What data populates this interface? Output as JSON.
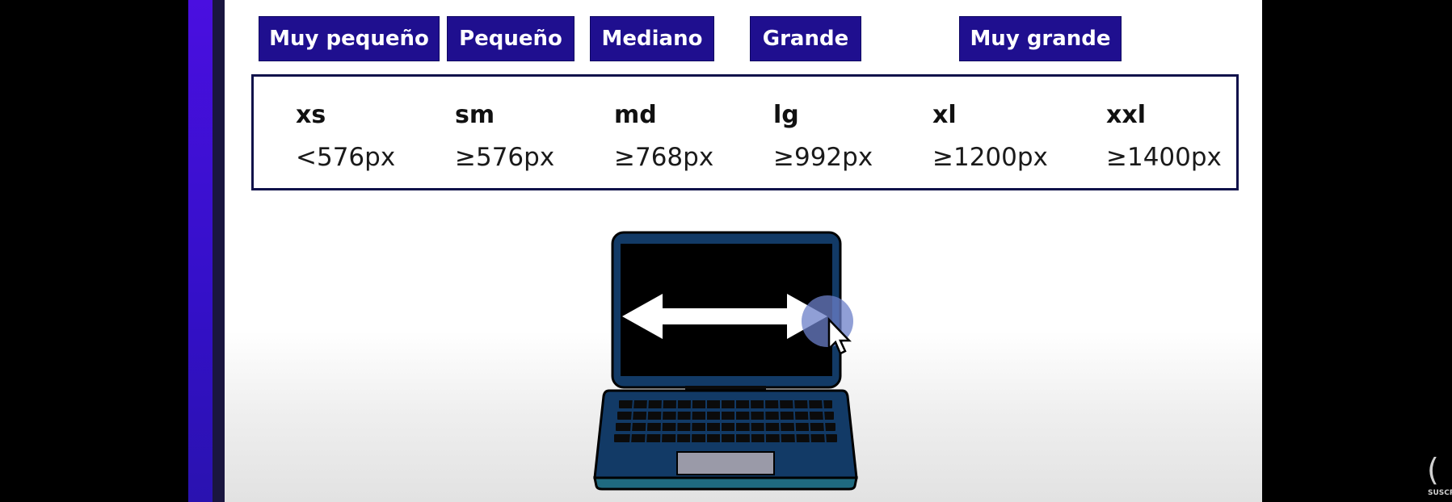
{
  "slide": {
    "size_labels": [
      {
        "id": "xs",
        "label": "Muy pequeño"
      },
      {
        "id": "sm",
        "label": "Pequeño"
      },
      {
        "id": "md",
        "label": "Mediano"
      },
      {
        "id": "lg",
        "label": "Grande"
      },
      {
        "id": "xl",
        "label": "Muy grande"
      }
    ],
    "breakpoints": [
      {
        "key": "xs",
        "value": "<576px"
      },
      {
        "key": "sm",
        "value": "≥576px"
      },
      {
        "key": "md",
        "value": "≥768px"
      },
      {
        "key": "lg",
        "value": "≥992px"
      },
      {
        "key": "xl",
        "value": "≥1200px"
      },
      {
        "key": "xxl",
        "value": "≥1400px"
      }
    ],
    "illustration": {
      "device_icon": "laptop-icon",
      "arrow_icon": "horizontal-double-arrow-icon",
      "cursor_icon": "mouse-pointer-icon"
    }
  },
  "overlay": {
    "badge_text": "SUSCR",
    "badge_icon": "channel-logo-icon"
  },
  "colors": {
    "label_bg": "#1f0f8f",
    "box_border": "#10124a",
    "side_bar": "#3a10d0",
    "laptop_body": "#123a66",
    "laptop_screen": "#000000"
  }
}
